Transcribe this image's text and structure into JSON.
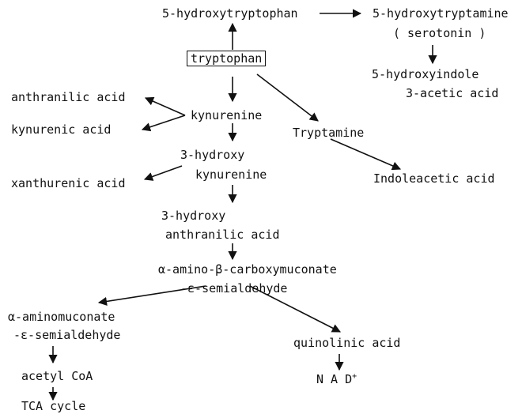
{
  "nodes": {
    "hydroxytryptophan": "5-hydroxytryptophan",
    "hydroxytryptamine": "5-hydroxytryptamine",
    "serotonin": "( serotonin )",
    "hydroxyindole_1": "5-hydroxyindole",
    "hydroxyindole_2": "3-acetic acid",
    "tryptophan": "tryptophan",
    "anthranilic": "anthranilic acid",
    "kynurenine": "kynurenine",
    "kynurenic": "kynurenic acid",
    "tryptamine": "Tryptamine",
    "hydroxykyn_1": "3-hydroxy",
    "hydroxykyn_2": "kynurenine",
    "xanthurenic": "xanthurenic acid",
    "indoleacetic": "Indoleacetic acid",
    "hydroxyanth_1": "3-hydroxy",
    "hydroxyanth_2": "anthranilic acid",
    "acms_1": "α-amino-β-carboxymuconate",
    "acms_2": "-ε-semialdehyde",
    "ams_1": "α-aminomuconate",
    "ams_2": "-ε-semialdehyde",
    "quinolinic": "quinolinic acid",
    "acetylcoa": "acetyl CoA",
    "nad": "N A D",
    "nad_sup": "+",
    "tca": "TCA  cycle"
  }
}
